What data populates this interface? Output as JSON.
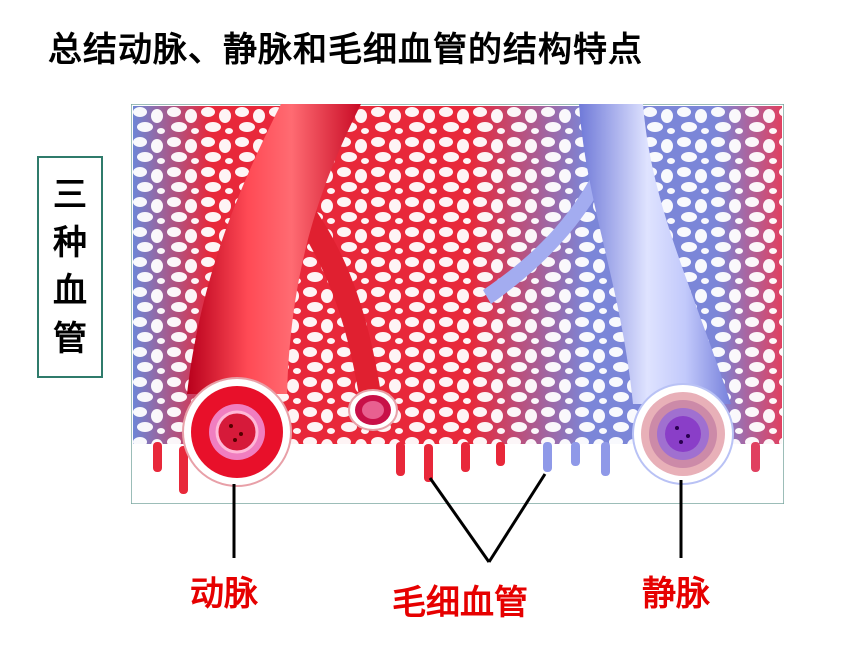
{
  "title": "总结动脉、静脉和毛细血管的结构特点",
  "side_box": {
    "chars": [
      "三",
      "种",
      "血",
      "管"
    ]
  },
  "labels": {
    "artery": "动脉",
    "capillary": "毛细血管",
    "vein": "静脉"
  },
  "colors": {
    "label": "#e60000",
    "box_border": "#2f7b6b",
    "artery": "#e8283a",
    "vein": "#8f99e8"
  }
}
